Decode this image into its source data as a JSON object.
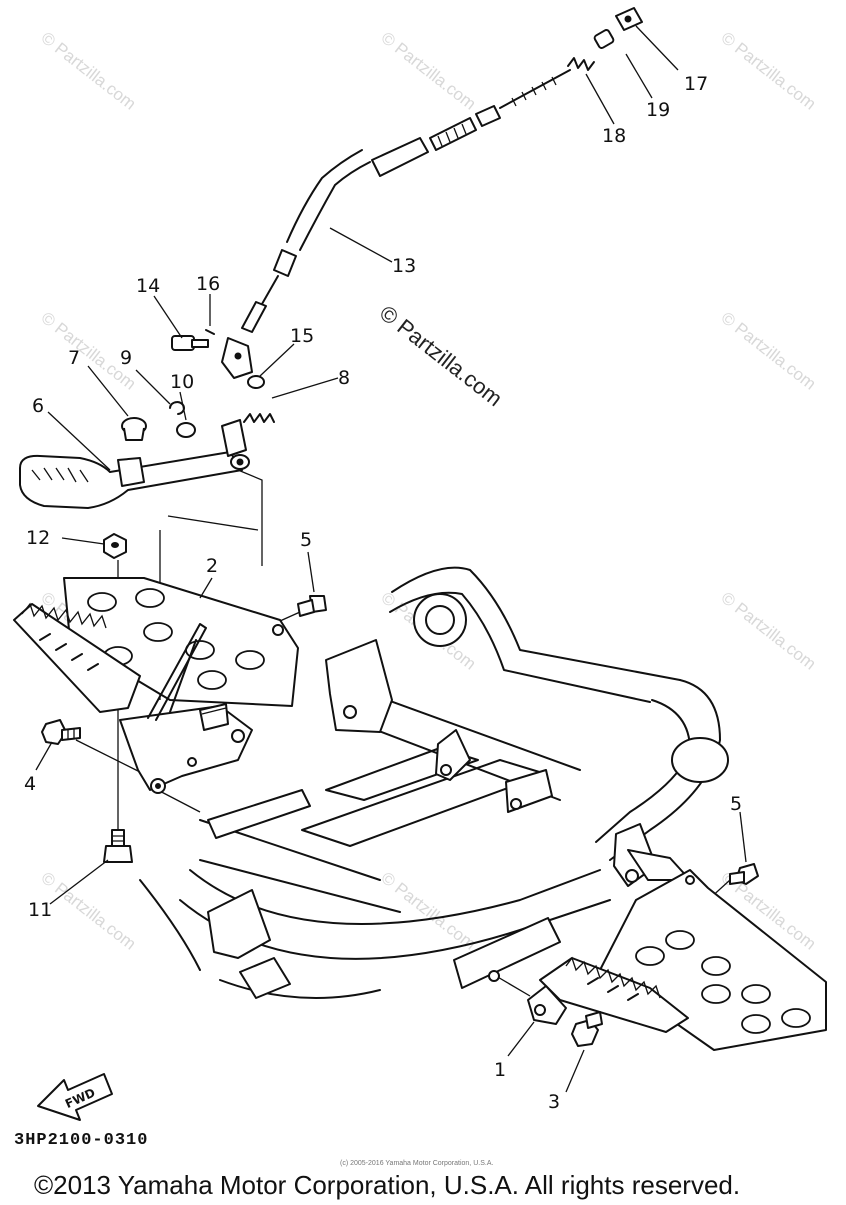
{
  "diagram": {
    "callouts": [
      {
        "id": "c1",
        "label": "1"
      },
      {
        "id": "c2",
        "label": "2"
      },
      {
        "id": "c3",
        "label": "3"
      },
      {
        "id": "c4",
        "label": "4"
      },
      {
        "id": "c5a",
        "label": "5"
      },
      {
        "id": "c5b",
        "label": "5"
      },
      {
        "id": "c6",
        "label": "6"
      },
      {
        "id": "c7",
        "label": "7"
      },
      {
        "id": "c8",
        "label": "8"
      },
      {
        "id": "c9",
        "label": "9"
      },
      {
        "id": "c10",
        "label": "10"
      },
      {
        "id": "c11",
        "label": "11"
      },
      {
        "id": "c12",
        "label": "12"
      },
      {
        "id": "c13",
        "label": "13"
      },
      {
        "id": "c14",
        "label": "14"
      },
      {
        "id": "c15",
        "label": "15"
      },
      {
        "id": "c16",
        "label": "16"
      },
      {
        "id": "c17",
        "label": "17"
      },
      {
        "id": "c18",
        "label": "18"
      },
      {
        "id": "c19",
        "label": "19"
      }
    ],
    "fwd_label": "FWD",
    "watermark_center": "© Partzilla.com",
    "watermark_tile": "© Partzilla.com",
    "diagram_code": "3HP2100-0310",
    "fine_print": "(c) 2005-2016 Yamaha Motor Corporation, U.S.A.",
    "copyright": "©2013 Yamaha Motor Corporation, U.S.A. All rights reserved."
  }
}
